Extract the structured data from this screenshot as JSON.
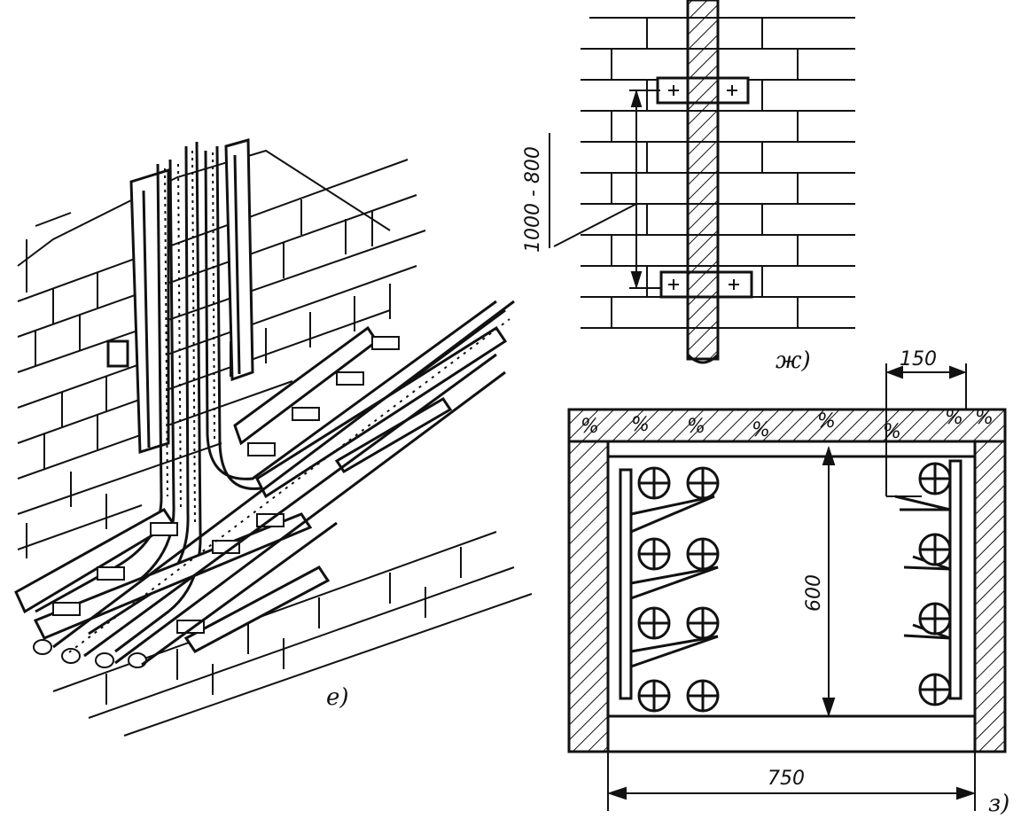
{
  "figure": {
    "panel_e": {
      "label": "е)"
    },
    "panel_zh": {
      "label": "ж)",
      "spacing_label": "1000 - 800"
    },
    "panel_z": {
      "label": "з)",
      "width_label": "750",
      "height_label": "600",
      "offset_label": "150",
      "slab_marks": [
        "%",
        "%",
        "%",
        "%",
        "%",
        "%",
        "%",
        "%"
      ]
    }
  },
  "colors": {
    "ink": "#111111",
    "paper": "#ffffff"
  }
}
